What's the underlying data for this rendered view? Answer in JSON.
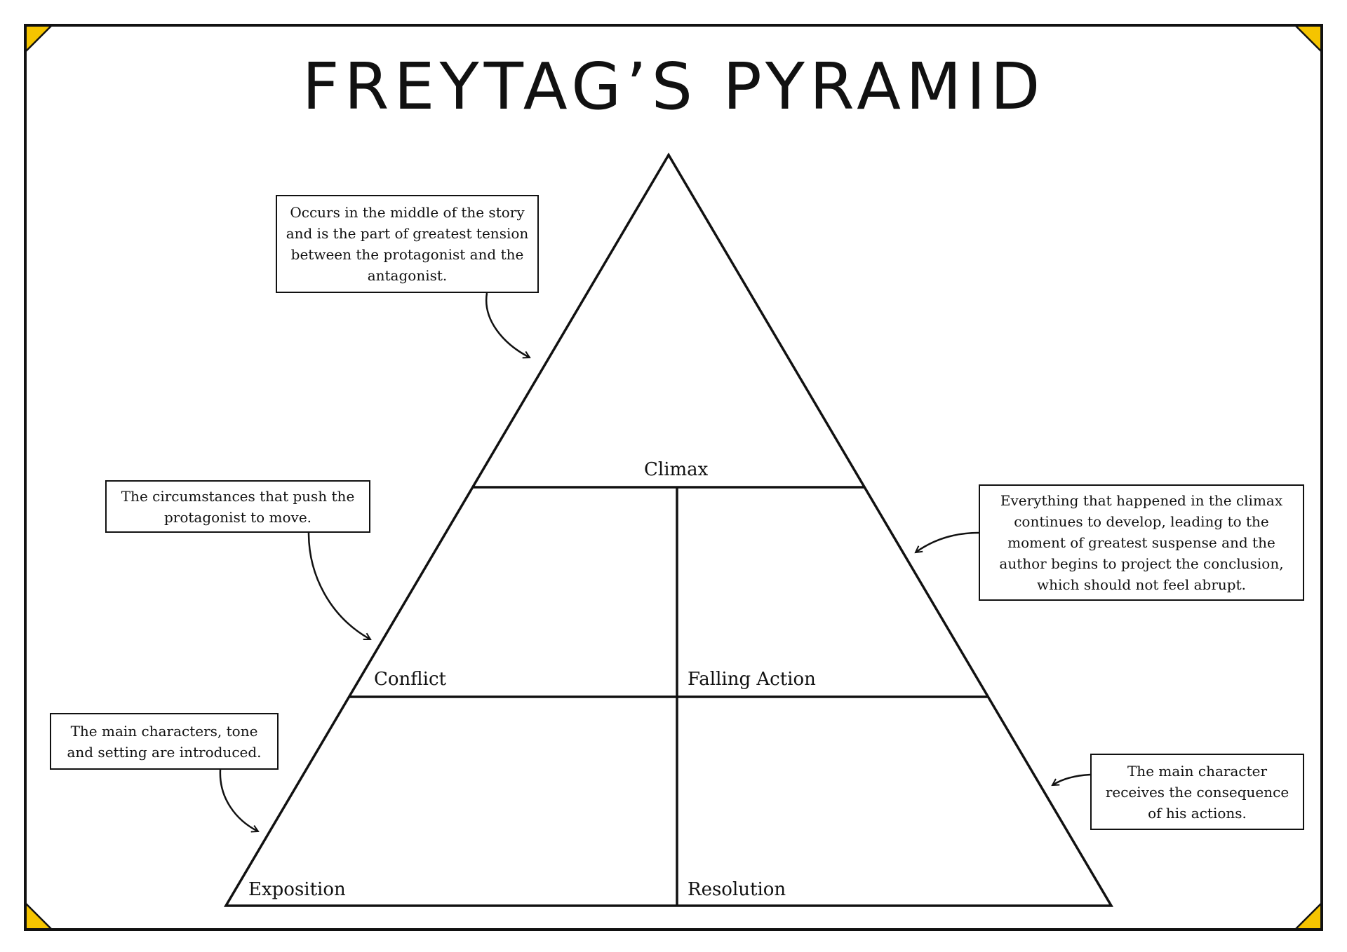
{
  "title": "FREYTAG’S PYRAMID",
  "colors": {
    "accent": "#F5C400",
    "line": "#111111",
    "background": "#FFFFFF"
  },
  "stages": {
    "climax": "Climax",
    "conflict": "Conflict",
    "falling_action": "Falling Action",
    "exposition": "Exposition",
    "resolution": "Resolution"
  },
  "notes": {
    "climax": "Occurs in the middle of the story and is the part of greatest tension between the protagonist and the antagonist.",
    "conflict": "The circumstances that push the protagonist to move.",
    "exposition": "The main characters, tone and setting are introduced.",
    "falling_action": "Everything that happened in the climax continues to develop, leading to the moment of greatest suspense and the author begins to project the conclusion, which should not feel abrupt.",
    "resolution": "The main character receives the consequence of his actions."
  }
}
